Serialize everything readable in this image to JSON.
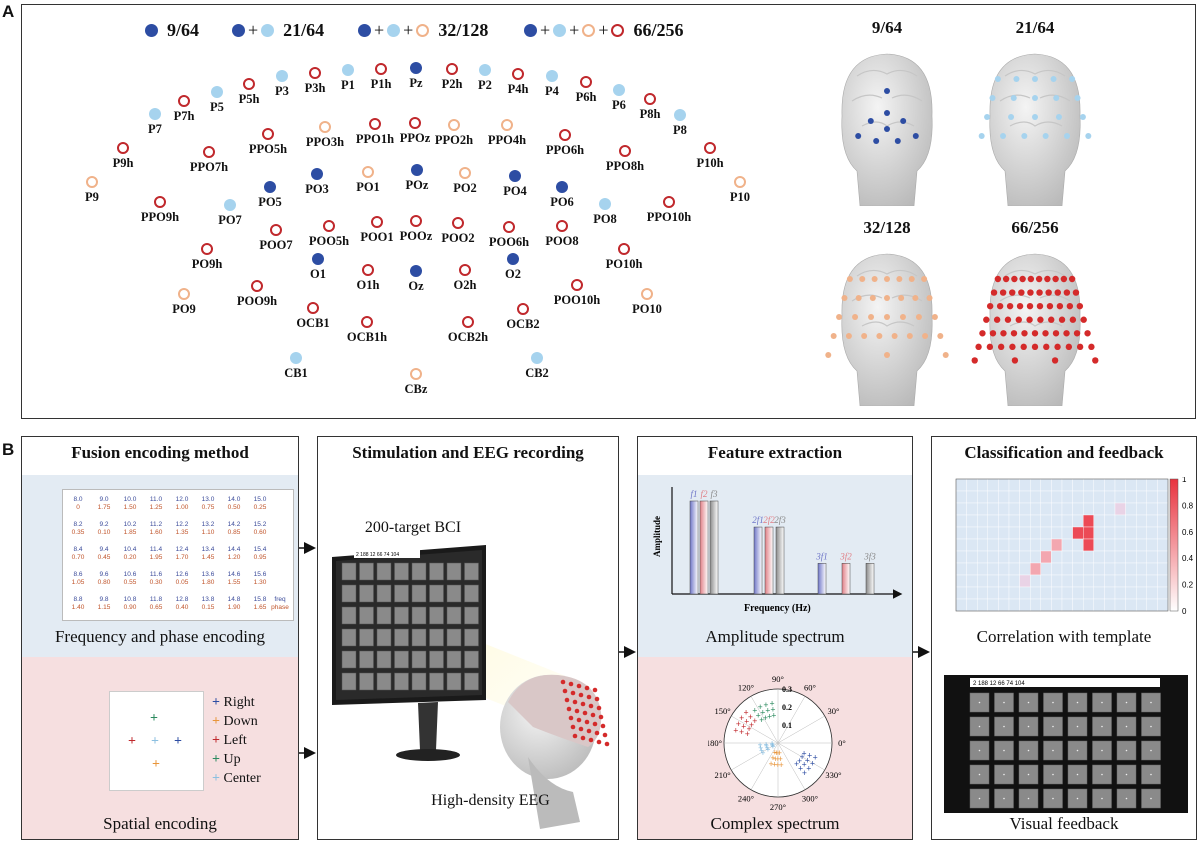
{
  "panels": {
    "a": "A",
    "b": "B"
  },
  "legend": [
    {
      "label": "9/64",
      "dots": [
        "d1"
      ]
    },
    {
      "label": "21/64",
      "dots": [
        "d1",
        "d2"
      ]
    },
    {
      "label": "32/128",
      "dots": [
        "d1",
        "d2",
        "d3"
      ]
    },
    {
      "label": "66/256",
      "dots": [
        "d1",
        "d2",
        "d3",
        "d4"
      ]
    }
  ],
  "plus_sign": "+",
  "electrodes": [
    {
      "n": "P7",
      "t": "d2"
    },
    {
      "n": "P7h",
      "t": "d4"
    },
    {
      "n": "P5",
      "t": "d2"
    },
    {
      "n": "P5h",
      "t": "d4"
    },
    {
      "n": "P3",
      "t": "d2"
    },
    {
      "n": "P3h",
      "t": "d4"
    },
    {
      "n": "P1",
      "t": "d2"
    },
    {
      "n": "P1h",
      "t": "d4"
    },
    {
      "n": "Pz",
      "t": "d1"
    },
    {
      "n": "P2h",
      "t": "d4"
    },
    {
      "n": "P2",
      "t": "d2"
    },
    {
      "n": "P4h",
      "t": "d4"
    },
    {
      "n": "P4",
      "t": "d2"
    },
    {
      "n": "P6h",
      "t": "d4"
    },
    {
      "n": "P6",
      "t": "d2"
    },
    {
      "n": "P8h",
      "t": "d4"
    },
    {
      "n": "P8",
      "t": "d2"
    },
    {
      "n": "P9h",
      "t": "d4"
    },
    {
      "n": "PPO7h",
      "t": "d4"
    },
    {
      "n": "PPO5h",
      "t": "d4"
    },
    {
      "n": "PPO3h",
      "t": "d3"
    },
    {
      "n": "PPO1h",
      "t": "d4"
    },
    {
      "n": "PPOz",
      "t": "d4"
    },
    {
      "n": "PPO2h",
      "t": "d3"
    },
    {
      "n": "PPO4h",
      "t": "d3"
    },
    {
      "n": "PPO6h",
      "t": "d4"
    },
    {
      "n": "PPO8h",
      "t": "d4"
    },
    {
      "n": "P10h",
      "t": "d4"
    },
    {
      "n": "P9",
      "t": "d3"
    },
    {
      "n": "PO5",
      "t": "d1"
    },
    {
      "n": "PO3",
      "t": "d1"
    },
    {
      "n": "PO1",
      "t": "d3"
    },
    {
      "n": "POz",
      "t": "d1"
    },
    {
      "n": "PO2",
      "t": "d3"
    },
    {
      "n": "PO4",
      "t": "d1"
    },
    {
      "n": "PO6",
      "t": "d1"
    },
    {
      "n": "P10",
      "t": "d3"
    },
    {
      "n": "PPO9h",
      "t": "d4"
    },
    {
      "n": "PO7",
      "t": "d2"
    },
    {
      "n": "POO7",
      "t": "d4"
    },
    {
      "n": "POO5h",
      "t": "d4"
    },
    {
      "n": "POO1",
      "t": "d4"
    },
    {
      "n": "POOz",
      "t": "d4"
    },
    {
      "n": "POO2",
      "t": "d4"
    },
    {
      "n": "POO6h",
      "t": "d4"
    },
    {
      "n": "POO8",
      "t": "d4"
    },
    {
      "n": "PO8",
      "t": "d2"
    },
    {
      "n": "PPO10h",
      "t": "d4"
    },
    {
      "n": "PO9h",
      "t": "d4"
    },
    {
      "n": "O1",
      "t": "d1"
    },
    {
      "n": "O1h",
      "t": "d4"
    },
    {
      "n": "Oz",
      "t": "d1"
    },
    {
      "n": "O2h",
      "t": "d4"
    },
    {
      "n": "O2",
      "t": "d1"
    },
    {
      "n": "PO10h",
      "t": "d4"
    },
    {
      "n": "PO9",
      "t": "d3"
    },
    {
      "n": "POO9h",
      "t": "d4"
    },
    {
      "n": "OCB1",
      "t": "d4"
    },
    {
      "n": "OCB1h",
      "t": "d4"
    },
    {
      "n": "OCB2h",
      "t": "d4"
    },
    {
      "n": "OCB2",
      "t": "d4"
    },
    {
      "n": "POO10h",
      "t": "d4"
    },
    {
      "n": "PO10",
      "t": "d3"
    },
    {
      "n": "CB1",
      "t": "d2"
    },
    {
      "n": "CBz",
      "t": "d3"
    },
    {
      "n": "CB2",
      "t": "d2"
    }
  ],
  "heads": [
    {
      "title": "9/64",
      "color": "#2d4da3"
    },
    {
      "title": "21/64",
      "color": "#a6d3ee"
    },
    {
      "title": "32/128",
      "color": "#f0b28a"
    },
    {
      "title": "66/256",
      "color": "#d42a2a"
    }
  ],
  "sections": {
    "fusion": {
      "title": "Fusion encoding method",
      "freq_caption": "Frequency and phase encoding",
      "spatial_caption": "Spatial encoding"
    },
    "stim": {
      "title": "Stimulation and EEG recording",
      "bci_label": "200-target BCI",
      "eeg_label": "High-density EEG",
      "screen_text": "2 188 12 66 74 104"
    },
    "feature": {
      "title": "Feature extraction",
      "amp_caption": "Amplitude spectrum",
      "complex_caption": "Complex spectrum",
      "ylabel": "Amplitude",
      "xlabel": "Frequency (Hz)"
    },
    "classify": {
      "title": "Classification and feedback",
      "corr_caption": "Correlation with template",
      "feedback_caption": "Visual feedback",
      "screen_text": "2 188 12 66 74 104"
    }
  },
  "encoding": {
    "freqs": [
      [
        "8.0",
        "9.0",
        "10.0",
        "11.0",
        "12.0",
        "13.0",
        "14.0",
        "15.0"
      ],
      [
        "8.2",
        "9.2",
        "10.2",
        "11.2",
        "12.2",
        "13.2",
        "14.2",
        "15.2"
      ],
      [
        "8.4",
        "9.4",
        "10.4",
        "11.4",
        "12.4",
        "13.4",
        "14.4",
        "15.4"
      ],
      [
        "8.6",
        "9.6",
        "10.6",
        "11.6",
        "12.6",
        "13.6",
        "14.6",
        "15.6"
      ],
      [
        "8.8",
        "9.8",
        "10.8",
        "11.8",
        "12.8",
        "13.8",
        "14.8",
        "15.8"
      ]
    ],
    "phases": [
      [
        "0",
        "1.75",
        "1.50",
        "1.25",
        "1.00",
        "0.75",
        "0.50",
        "0.25"
      ],
      [
        "0.35",
        "0.10",
        "1.85",
        "1.60",
        "1.35",
        "1.10",
        "0.85",
        "0.60"
      ],
      [
        "0.70",
        "0.45",
        "0.20",
        "1.95",
        "1.70",
        "1.45",
        "1.20",
        "0.95"
      ],
      [
        "1.05",
        "0.80",
        "0.55",
        "0.30",
        "0.05",
        "1.80",
        "1.55",
        "1.30"
      ],
      [
        "1.40",
        "1.15",
        "0.90",
        "0.65",
        "0.40",
        "0.15",
        "1.90",
        "1.65"
      ]
    ],
    "legend_freq": "freq",
    "legend_phase": "phase"
  },
  "spatial_legend": [
    {
      "label": "Right",
      "color": "#2d4da3"
    },
    {
      "label": "Down",
      "color": "#e8953a"
    },
    {
      "label": "Left",
      "color": "#c0282c"
    },
    {
      "label": "Up",
      "color": "#2b8a5e"
    },
    {
      "label": "Center",
      "color": "#8bbfe0"
    }
  ],
  "amp_bars": [
    {
      "label": "f1",
      "value": 1.0,
      "color": "#6f76c8"
    },
    {
      "label": "f2",
      "value": 1.0,
      "color": "#e07f86"
    },
    {
      "label": "f3",
      "value": 1.0,
      "color": "#8a8a8a"
    },
    {
      "label": "2f1",
      "value": 0.72,
      "color": "#6f76c8"
    },
    {
      "label": "2f2",
      "value": 0.72,
      "color": "#e07f86"
    },
    {
      "label": "2f3",
      "value": 0.72,
      "color": "#8a8a8a"
    },
    {
      "label": "3f1",
      "value": 0.33,
      "color": "#6f76c8"
    },
    {
      "label": "3f2",
      "value": 0.33,
      "color": "#e07f86"
    },
    {
      "label": "3f3",
      "value": 0.33,
      "color": "#8a8a8a"
    }
  ],
  "polar": {
    "angles": [
      "90°",
      "60°",
      "30°",
      "0°",
      "330°",
      "300°",
      "270°",
      "240°",
      "210°",
      "180°",
      "150°",
      "120°"
    ],
    "radii": [
      "0.1",
      "0.2",
      "0.3"
    ]
  },
  "colorbar": {
    "ticks": [
      "1",
      "0.8",
      "0.6",
      "0.4",
      "0.2",
      "0"
    ]
  }
}
